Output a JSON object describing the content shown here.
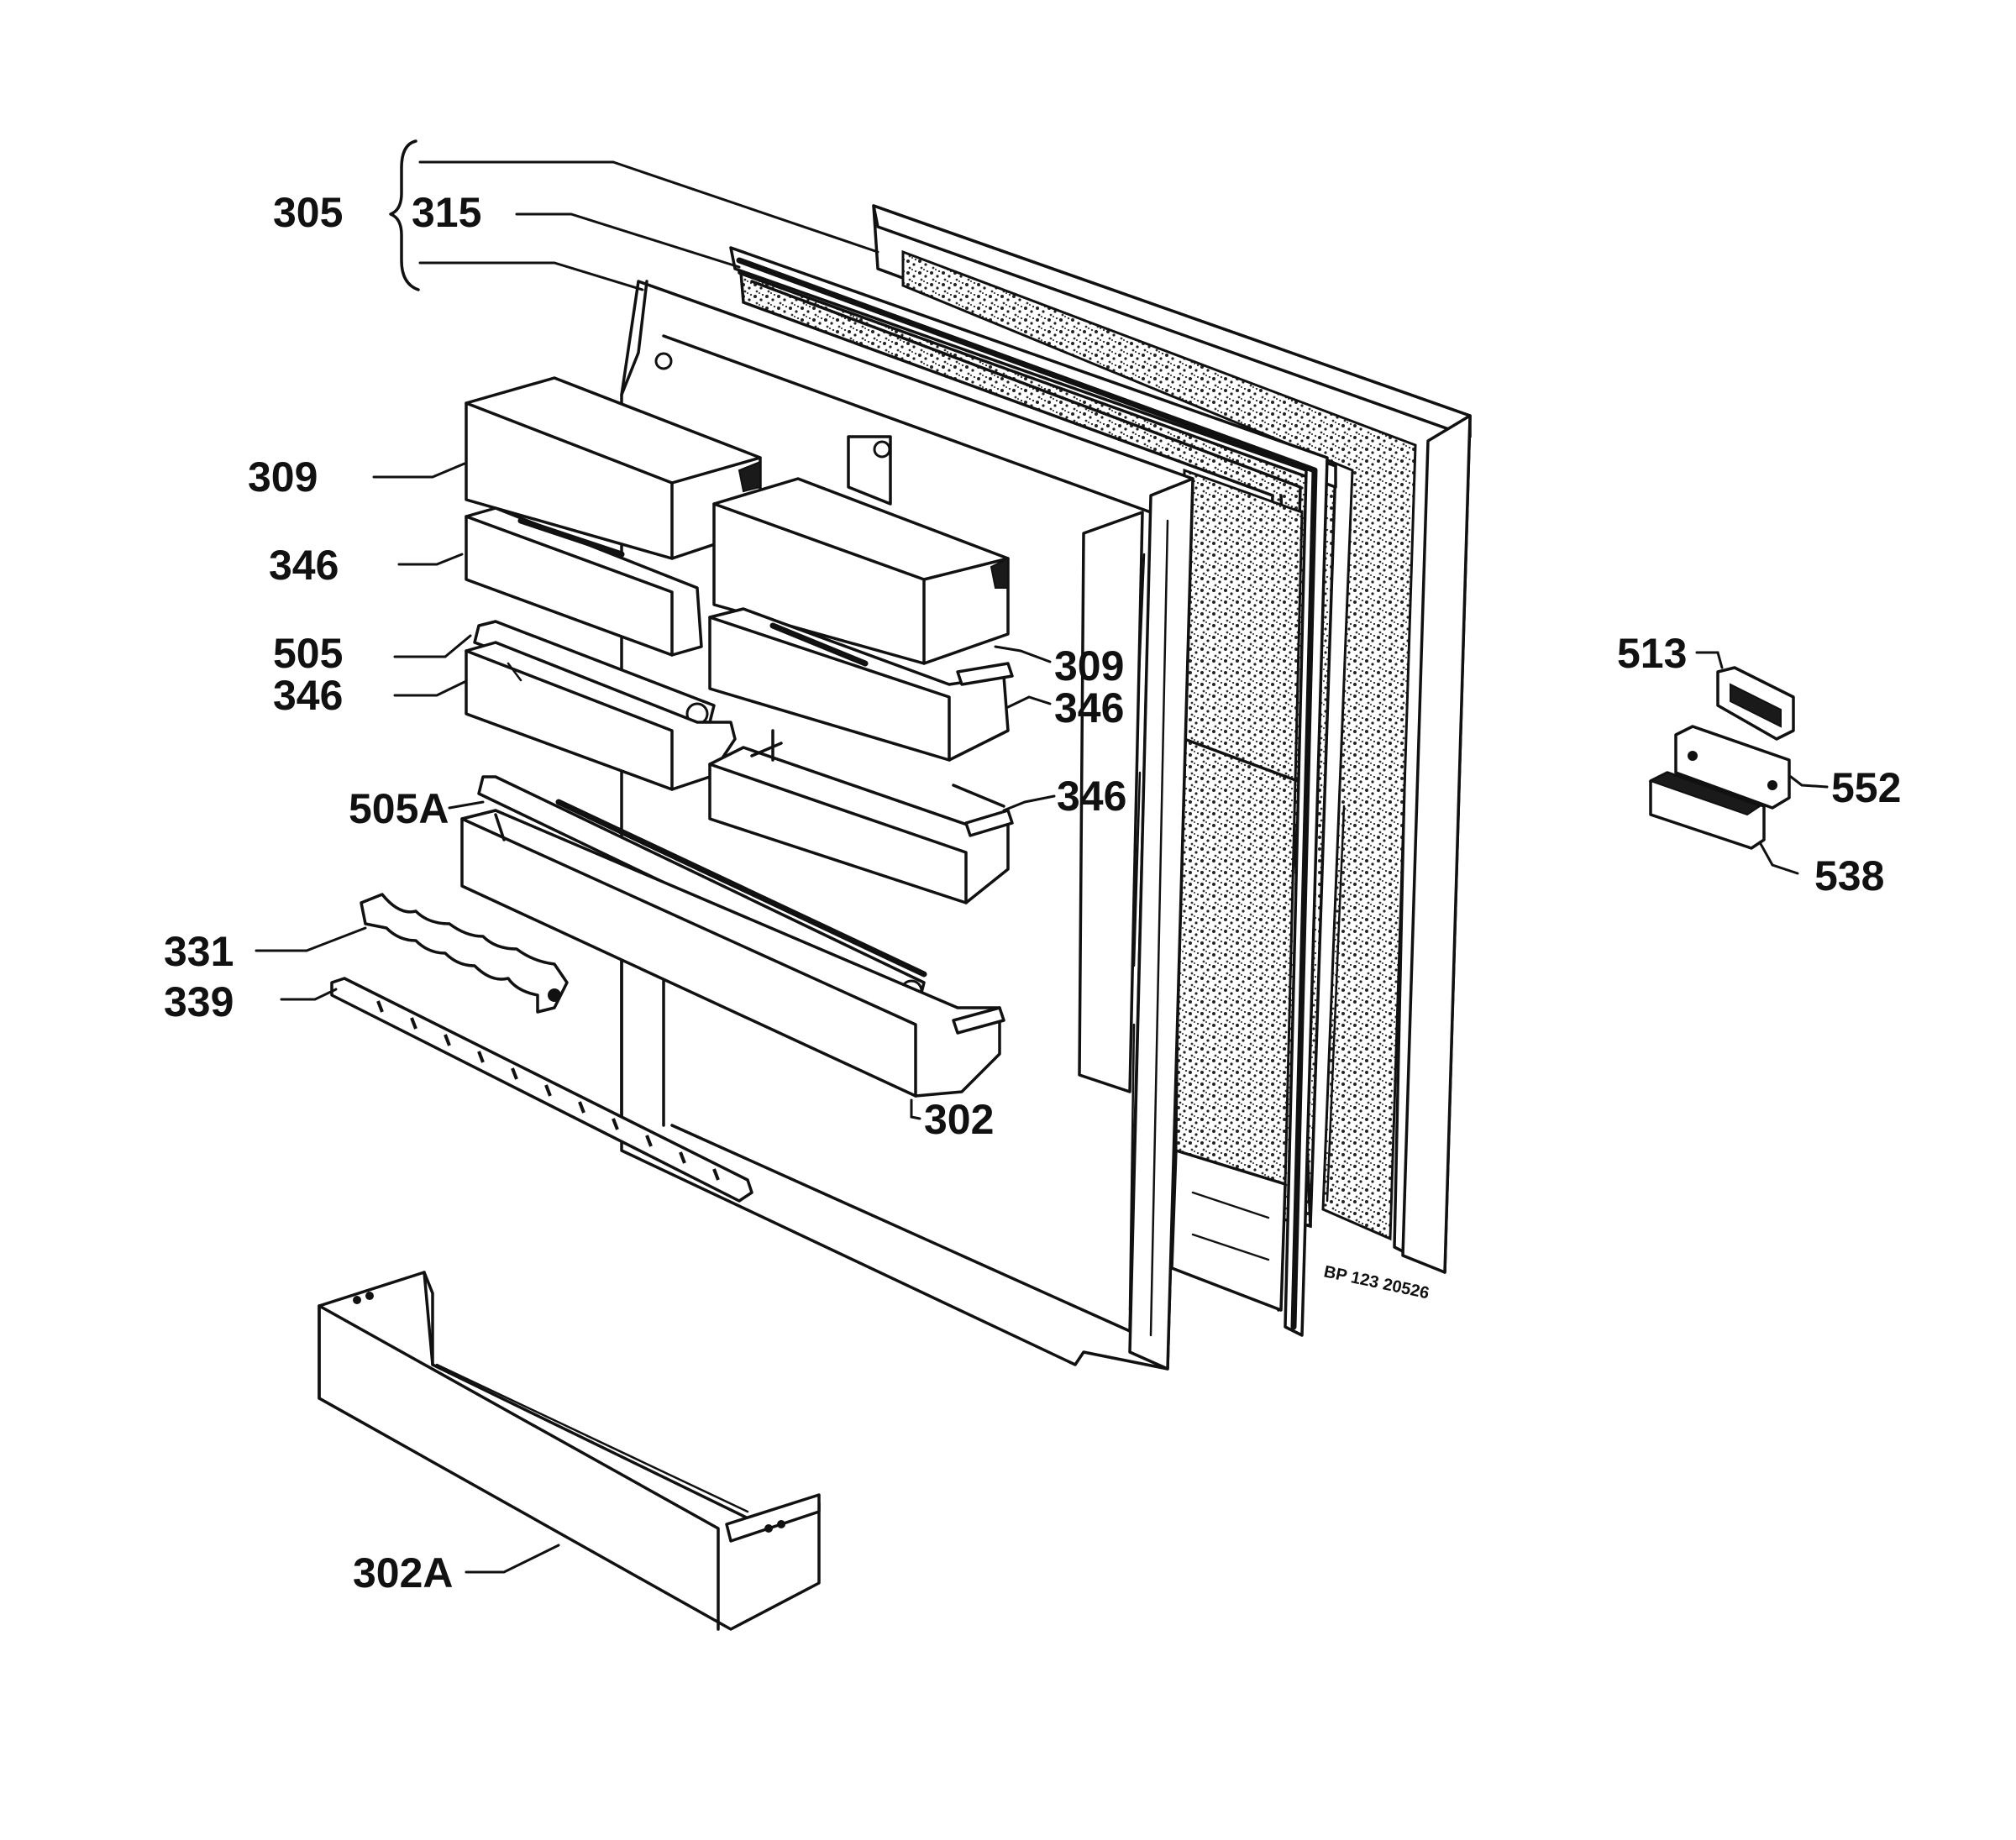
{
  "diagram": {
    "colors": {
      "ink": "#111111",
      "paper": "#ffffff",
      "foam": "#3a3a3a"
    },
    "reference_code": "BP 123 20526",
    "labels": {
      "door_assembly": "305",
      "inner_door_panel": "315",
      "butter_box_left": "309",
      "butter_box_right": "309",
      "shelf_under_box_left": "346",
      "shelf_under_box_right": "346",
      "rail_upper": "505",
      "shelf_small_left": "346",
      "shelf_small_right": "346",
      "rail_lower": "505A",
      "egg_rack": "331",
      "bottle_rail": "339",
      "long_shelf": "302",
      "bottom_bottle_shelf": "302A",
      "handle_cap": "513",
      "handle_body": "552",
      "handle_base": "538"
    }
  }
}
